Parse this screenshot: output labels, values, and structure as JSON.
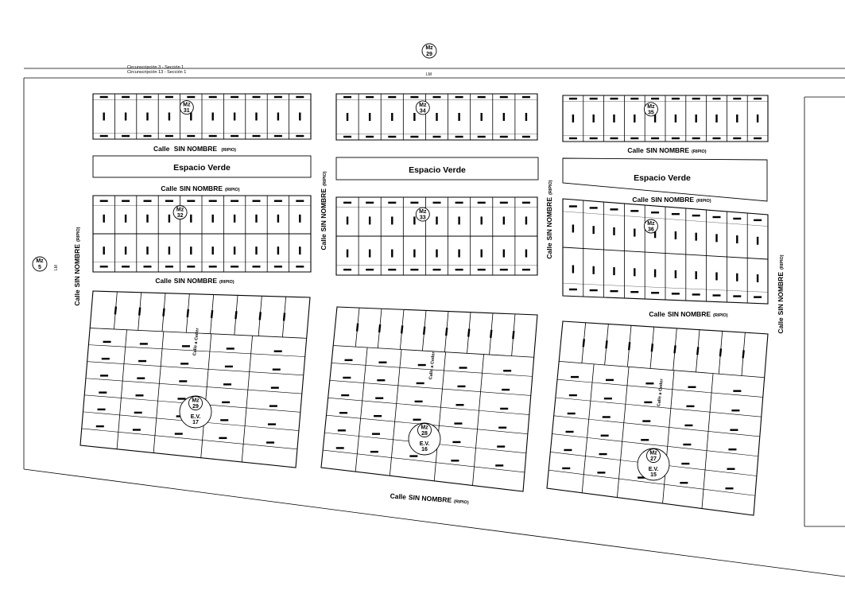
{
  "header": {
    "line1": "Circunscripción 3 - Sección 1",
    "line2": "Circunscripción 13 - Sección 1"
  },
  "lm_label": "LM",
  "street_main": "Calle SIN NOMBRE (RIPIO)",
  "street_calle": "Calle",
  "street_sin_nombre": "SIN NOMBRE",
  "street_ripio": "(RIPIO)",
  "street_cedar": "Calle a Ceder",
  "green_space": "Espacio Verde",
  "mz_prefix": "Mz",
  "ev_prefix": "E.V.",
  "manzanas": {
    "top_center": "29",
    "left": "5",
    "row1": [
      "31",
      "34",
      "35"
    ],
    "row2": [
      "32",
      "33",
      "36"
    ],
    "row3": [
      "29",
      "28",
      "27"
    ]
  },
  "espacios_verdes": [
    "17",
    "16",
    "15"
  ]
}
